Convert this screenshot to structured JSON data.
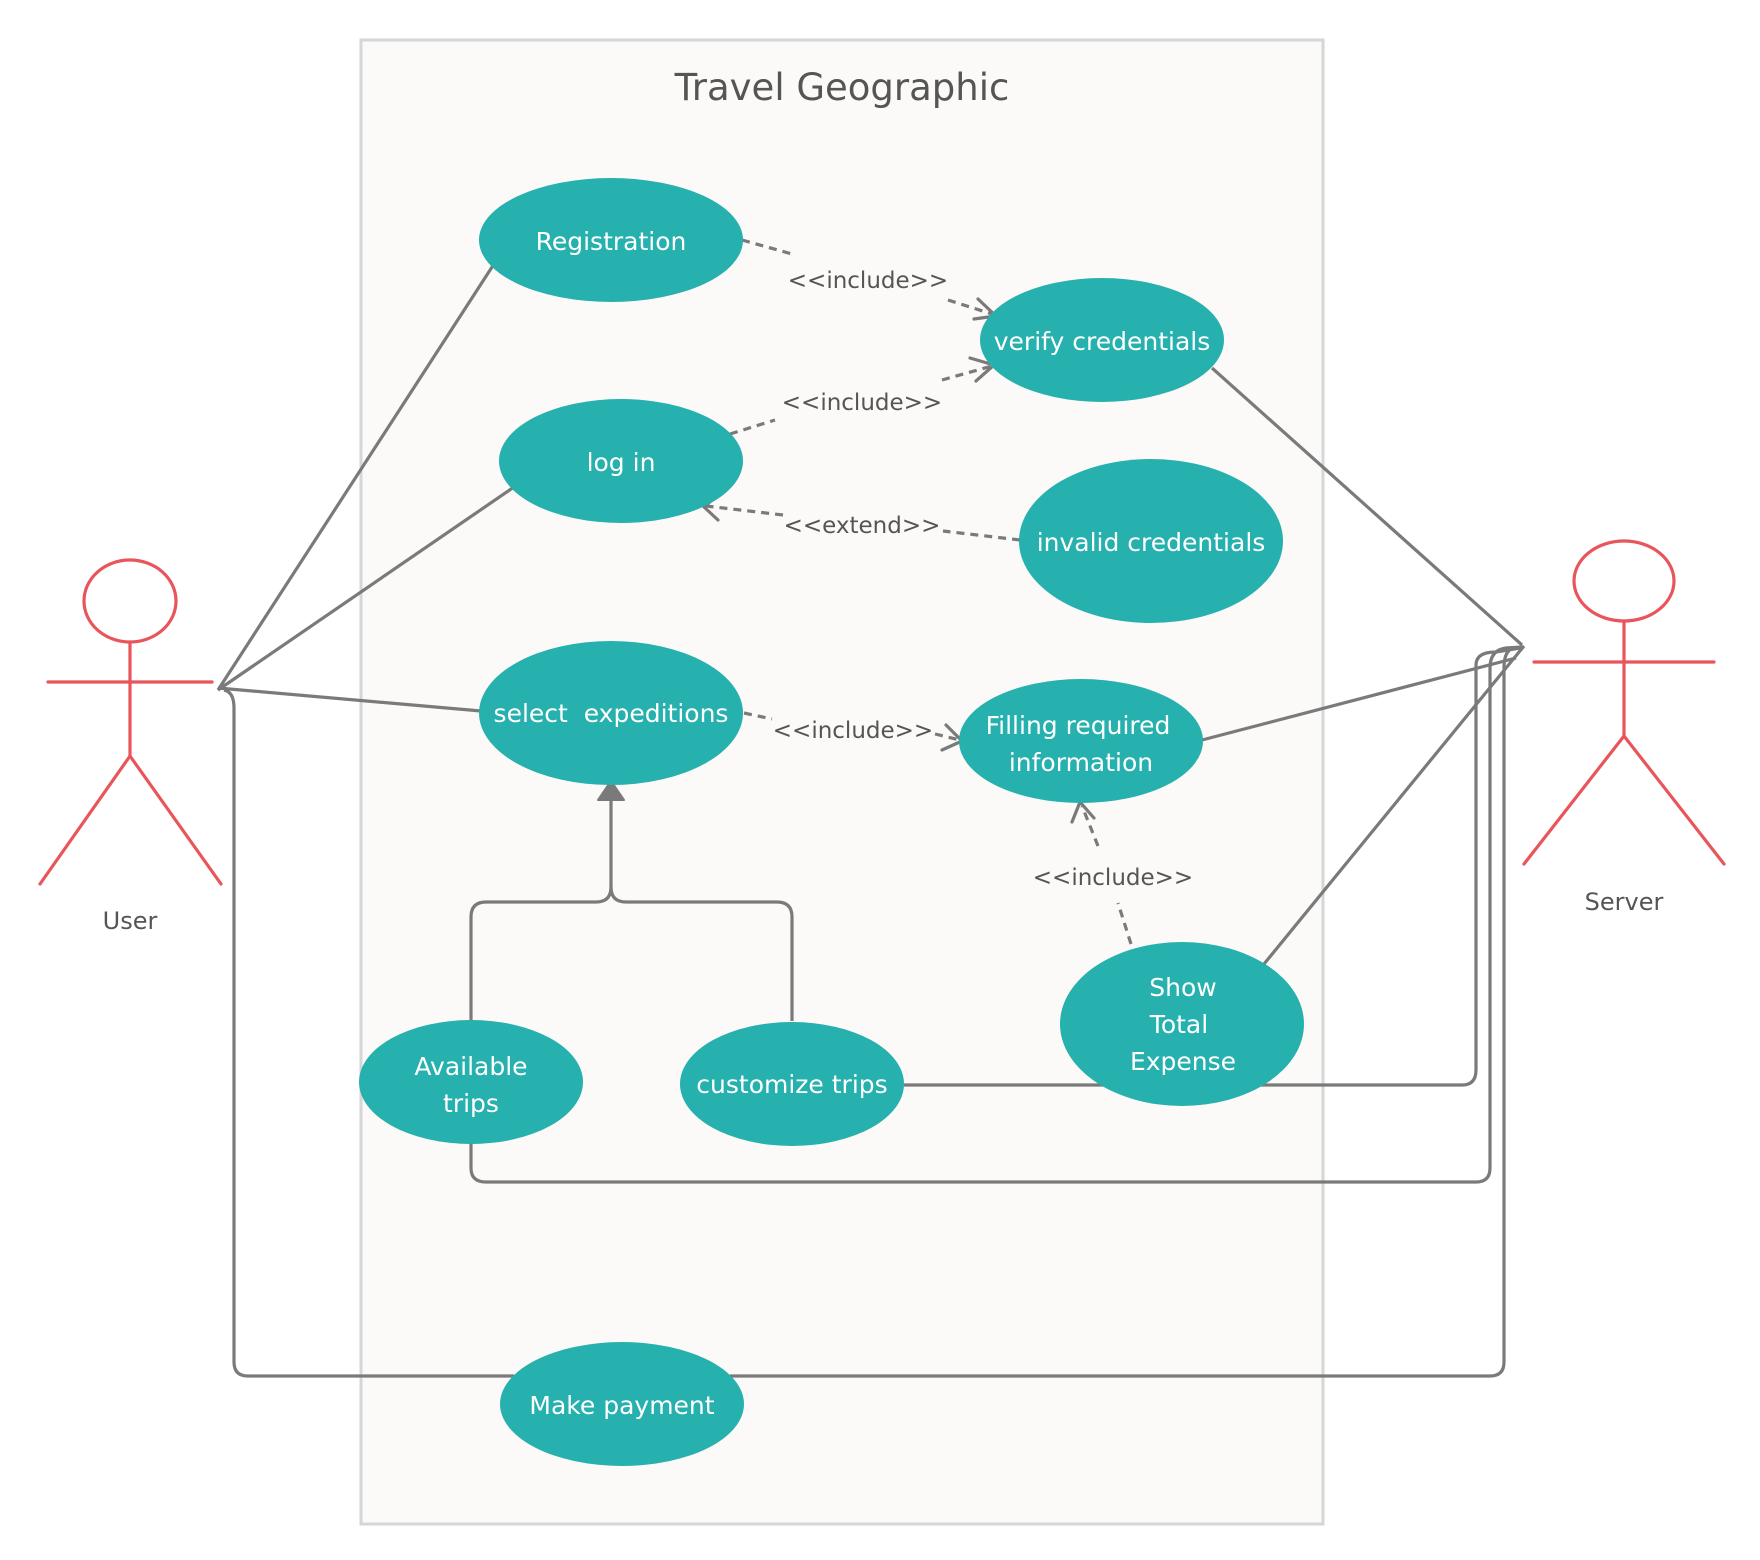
{
  "colors": {
    "usecase_fill": "#26b0ae",
    "actor_stroke": "#e8555a",
    "line": "#7a7a7a",
    "system_fill": "#fbfaf8",
    "system_border": "#d6d6d6"
  },
  "system": {
    "title": "Travel Geographic"
  },
  "actors": {
    "user": {
      "label": "User"
    },
    "server": {
      "label": "Server"
    }
  },
  "use_cases": {
    "registration": {
      "lines": [
        "Registration"
      ]
    },
    "verify_credentials": {
      "lines": [
        "verify credentials"
      ]
    },
    "log_in": {
      "lines": [
        "log in"
      ]
    },
    "invalid_credentials": {
      "lines": [
        "invalid credentials"
      ]
    },
    "select_expeditions": {
      "lines": [
        "select  expeditions"
      ]
    },
    "filling_required_information": {
      "lines": [
        "Filling required",
        "information"
      ]
    },
    "available_trips": {
      "lines": [
        "Available",
        "trips"
      ]
    },
    "customize_trips": {
      "lines": [
        "customize trips"
      ]
    },
    "show_total_expense": {
      "lines": [
        "Show",
        "Total",
        "Expense"
      ]
    },
    "make_payment": {
      "lines": [
        "Make payment"
      ]
    }
  },
  "relations": {
    "registration_includes_verify": "<<include>>",
    "login_includes_verify": "<<include>>",
    "invalid_extends_login": "<<extend>>",
    "select_includes_filling": "<<include>>",
    "show_includes_filling": "<<include>>"
  }
}
